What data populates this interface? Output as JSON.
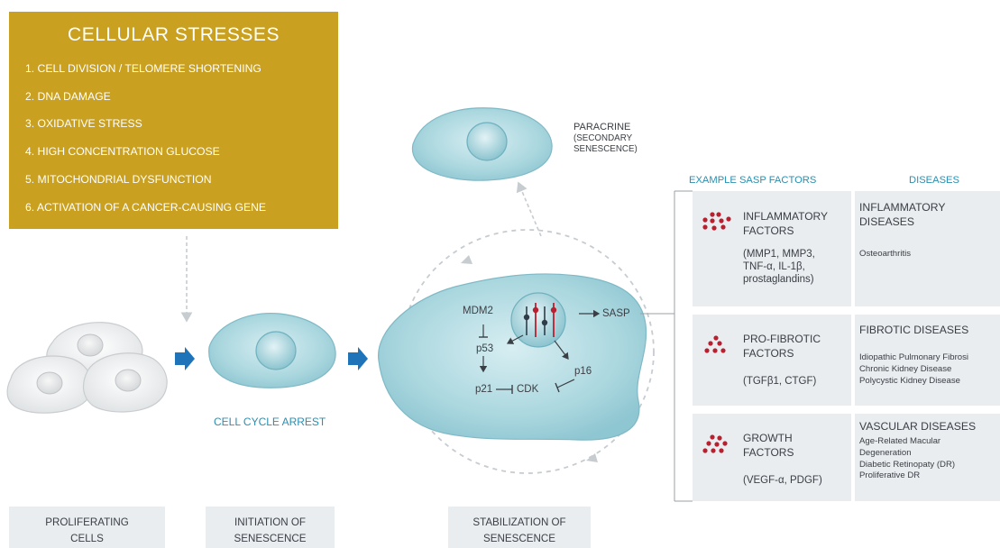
{
  "stresses": {
    "title": "CELLULAR STRESSES",
    "items": [
      "1. CELL DIVISION / TELOMERE SHORTENING",
      "2. DNA DAMAGE",
      "3. OXIDATIVE STRESS",
      "4. HIGH CONCENTRATION GLUCOSE",
      "5. MITOCHONDRIAL DYSFUNCTION",
      "6. ACTIVATION OF A CANCER-CAUSING GENE"
    ]
  },
  "paracrine": {
    "line1": "PARACRINE",
    "line2": "(SECONDARY",
    "line3": "SENESCENCE)"
  },
  "arrest_label": "CELL CYCLE ARREST",
  "pathway": {
    "mdm2": "MDM2",
    "p53": "p53",
    "p21": "p21",
    "cdk": "CDK",
    "p16": "p16",
    "sasp": "SASP"
  },
  "headers": {
    "sasp_factors": "EXAMPLE SASP FACTORS",
    "diseases": "DISEASES"
  },
  "rows": [
    {
      "factor_name": [
        "INFLAMMATORY",
        "FACTORS"
      ],
      "factor_examples": [
        "(MMP1, MMP3,",
        "TNF-α, IL-1β,",
        "prostaglandins)"
      ],
      "disease_title": [
        "INFLAMMATORY",
        "DISEASES"
      ],
      "disease_list": [
        "Osteoarthritis"
      ]
    },
    {
      "factor_name": [
        "PRO-FIBROTIC",
        "FACTORS"
      ],
      "factor_examples": [
        "(TGFβ1, CTGF)"
      ],
      "disease_title": [
        "FIBROTIC DISEASES"
      ],
      "disease_list": [
        "Idiopathic Pulmonary Fibrosi",
        "Chronic Kidney Disease",
        "Polycystic Kidney Disease"
      ]
    },
    {
      "factor_name": [
        "GROWTH",
        "FACTORS"
      ],
      "factor_examples": [
        "(VEGF-α, PDGF)"
      ],
      "disease_title": [
        "VASCULAR DISEASES"
      ],
      "disease_list": [
        "Age-Related Macular",
        "Degeneration",
        "Diabetic Retinopaty (DR)",
        "Proliferative DR"
      ]
    }
  ],
  "stages": [
    {
      "line1": "PROLIFERATING",
      "line2": "CELLS"
    },
    {
      "line1": "INITIATION OF",
      "line2": "SENESCENCE"
    },
    {
      "line1": "STABILIZATION OF",
      "line2": "SENESCENCE"
    }
  ],
  "colors": {
    "stress_bg": "#c9a020",
    "cell_teal": "#a9d6de",
    "arrow_blue": "#1f73b8",
    "factor_red": "#b8202f",
    "panel_grey": "#e9edf0",
    "accent_teal": "#2a8fb0"
  }
}
